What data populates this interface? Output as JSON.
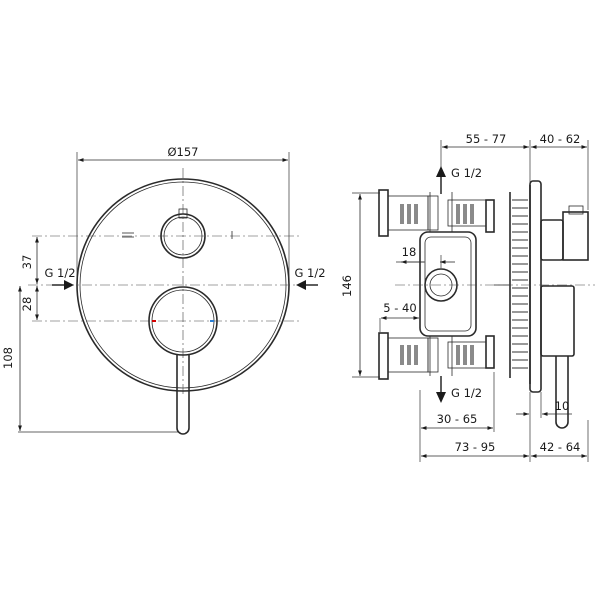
{
  "front_view": {
    "diameter": "Ø157",
    "dim_37": "37",
    "dim_28": "28",
    "dim_108": "108",
    "inlet_left": "G 1/2",
    "inlet_right": "G 1/2"
  },
  "side_view": {
    "dim_55_77": "55 - 77",
    "dim_40_62": "40 - 62",
    "outlet_top": "G 1/2",
    "outlet_bottom": "G 1/2",
    "dim_146": "146",
    "dim_18": "18",
    "dim_5_40": "5 - 40",
    "dim_30_65": "30 - 65",
    "dim_10": "10",
    "dim_73_95": "73 - 95",
    "dim_42_64": "42 - 64"
  }
}
